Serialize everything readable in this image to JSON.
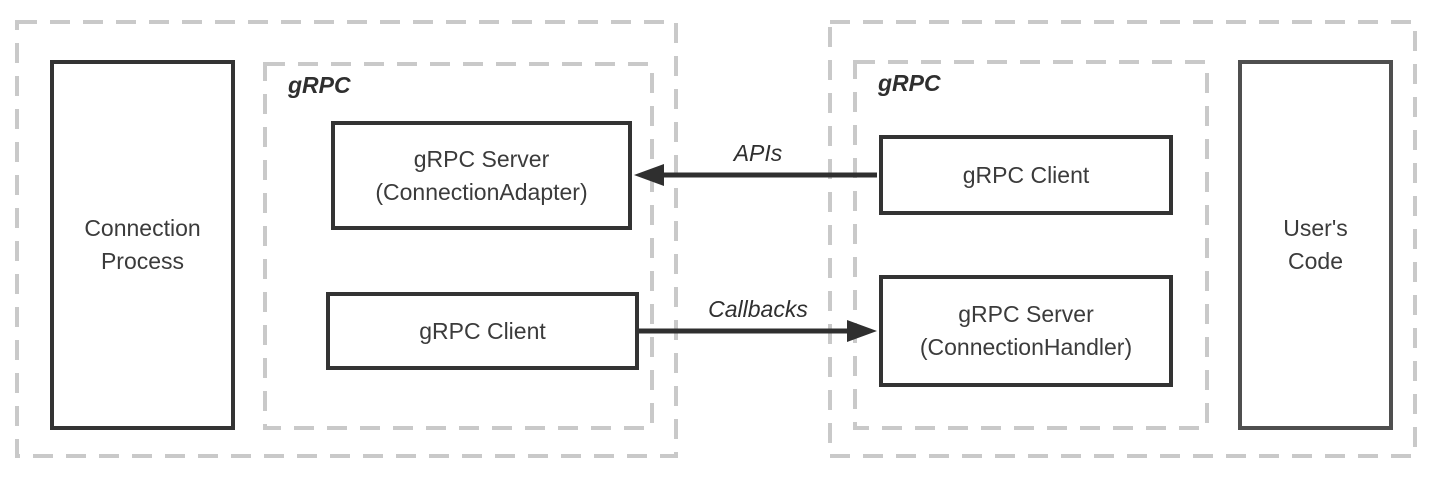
{
  "diagram": {
    "left_group": {
      "process_box_label": "Connection\nProcess",
      "grpc_container_label": "gRPC",
      "server_box_label": "gRPC Server\n(ConnectionAdapter)",
      "client_box_label": "gRPC Client"
    },
    "right_group": {
      "grpc_container_label": "gRPC",
      "client_box_label": "gRPC Client",
      "server_box_label": "gRPC Server\n(ConnectionHandler)",
      "user_code_box_label": "User's\nCode"
    },
    "arrows": [
      {
        "label": "APIs",
        "from": "right gRPC Client",
        "to": "left gRPC Server (ConnectionAdapter)",
        "direction": "left"
      },
      {
        "label": "Callbacks",
        "from": "left gRPC Client",
        "to": "right gRPC Server (ConnectionHandler)",
        "direction": "right"
      }
    ],
    "colors": {
      "solid_border": "#333333",
      "user_code_border": "#4f4f4f",
      "dashed_border": "#c9c9c9",
      "text": "#3b3b3b",
      "arrow": "#2f2f2f",
      "background": "#ffffff"
    }
  }
}
